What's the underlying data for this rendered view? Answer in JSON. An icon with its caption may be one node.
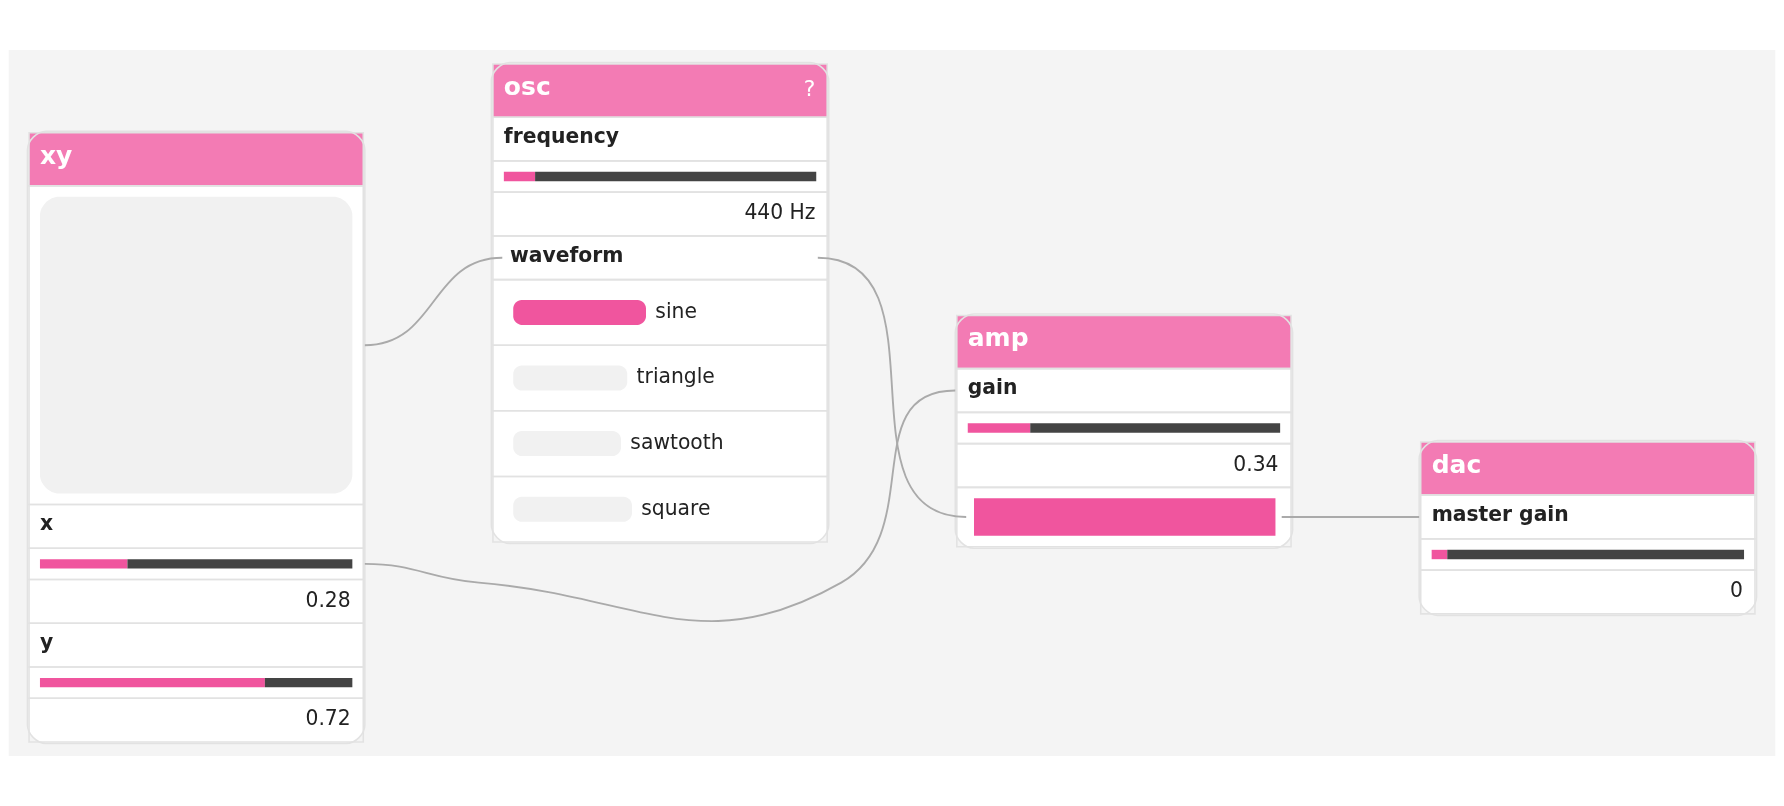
{
  "diagram": {
    "nodes": [
      {
        "text": [
          "xy",
          "x",
          "0.28",
          "y",
          "0.72"
        ]
      },
      {
        "text": [
          "osc",
          "?",
          "frequency",
          "440 Hz",
          "waveform",
          "sine",
          "triangle",
          "sawtooth",
          "square"
        ]
      },
      {
        "text": [
          "amp",
          "gain",
          "0.34"
        ]
      },
      {
        "text": [
          "dac",
          "master gain",
          "0"
        ]
      }
    ],
    "edges": [
      {
        "from": 0,
        "to": 1,
        "arrow": "none"
      },
      {
        "from": 0,
        "to": 2,
        "arrow": "none"
      },
      {
        "from": 1,
        "to": 2,
        "arrow": "none"
      },
      {
        "from": 2,
        "to": 3,
        "arrow": "none"
      }
    ]
  }
}
